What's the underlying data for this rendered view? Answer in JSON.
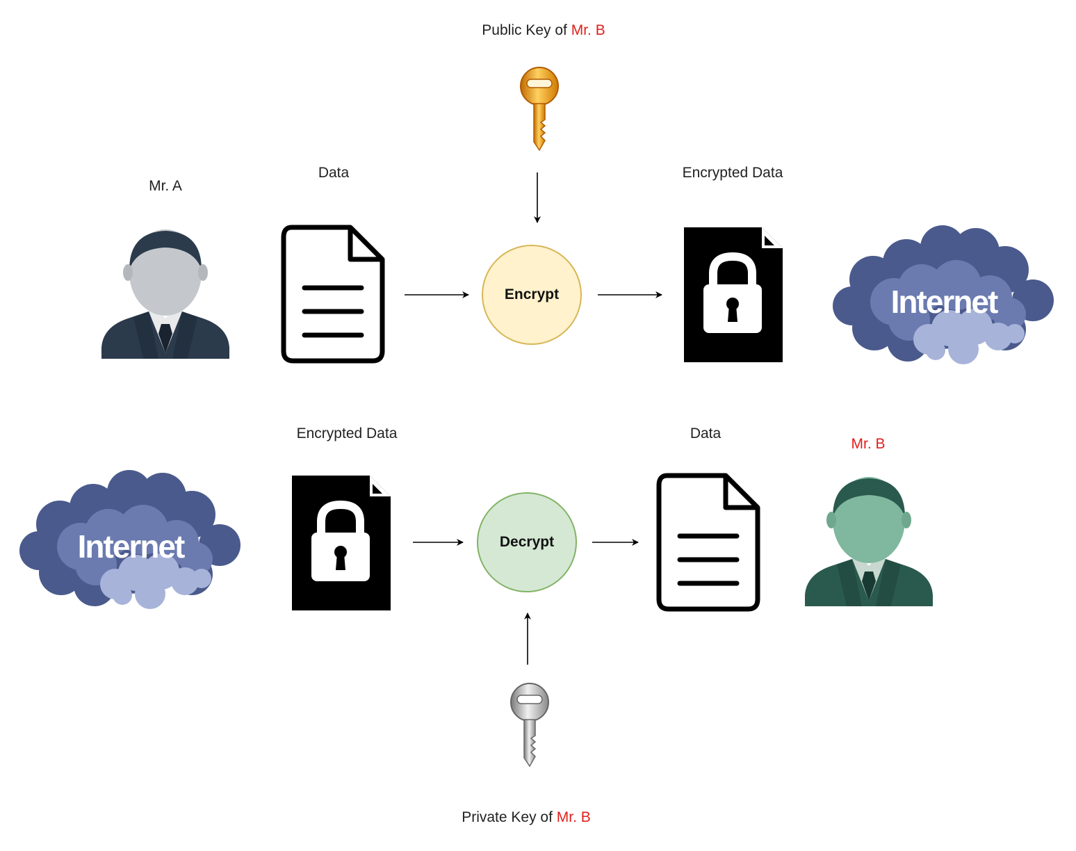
{
  "top_flow": {
    "public_key_label_prefix": "Public Key of ",
    "public_key_label_owner": "Mr. B",
    "sender_label": "Mr. A",
    "data_label": "Data",
    "process_label": "Encrypt",
    "encrypted_label": "Encrypted Data",
    "cloud_label": "Internet"
  },
  "bottom_flow": {
    "cloud_label": "Internet",
    "encrypted_label": "Encrypted Data",
    "process_label": "Decrypt",
    "data_label": "Data",
    "receiver_label": "Mr. B",
    "private_key_label_prefix": "Private Key of ",
    "private_key_label_owner": "Mr. B"
  },
  "colors": {
    "highlight_text": "#e0201b",
    "encrypt_fill": "#fff2cc",
    "encrypt_stroke": "#d6b656",
    "decrypt_fill": "#d5e8d4",
    "decrypt_stroke": "#82b366",
    "cloud_dark": "#4a5a8c",
    "cloud_mid": "#6b7bb0",
    "cloud_light": "#a7b3d9",
    "sender_face": "#c4c8cc",
    "sender_suit": "#2b3b4c",
    "receiver_face": "#7fb89e",
    "receiver_suit": "#2a5a4e",
    "public_key_color": "#f0a020",
    "private_key_color": "#b8b8b8"
  }
}
